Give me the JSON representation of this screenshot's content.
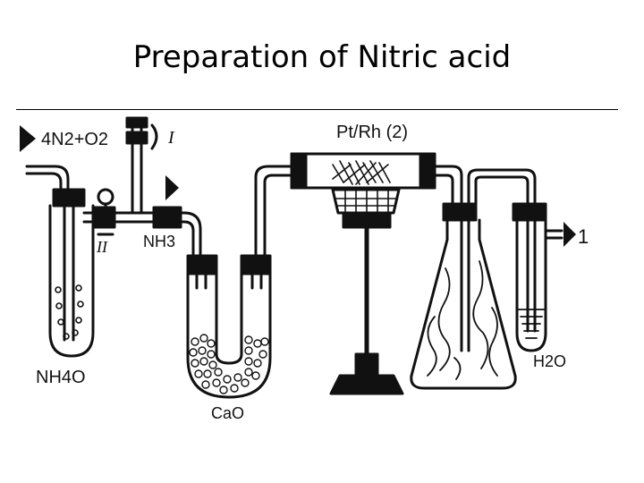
{
  "slide": {
    "title": "Preparation of Nitric acid"
  },
  "labels": {
    "gas_in": "4N2+O2",
    "marker_one": "I",
    "marker_two": "II",
    "ammonia": "NH3",
    "catalyst": "Pt/Rh (2)",
    "outlet": "1",
    "ammonium_hydroxide": "NH4O",
    "calcium_oxide": "CaO",
    "water": "H2O"
  },
  "colors": {
    "ink": "#111111",
    "background": "#ffffff"
  }
}
